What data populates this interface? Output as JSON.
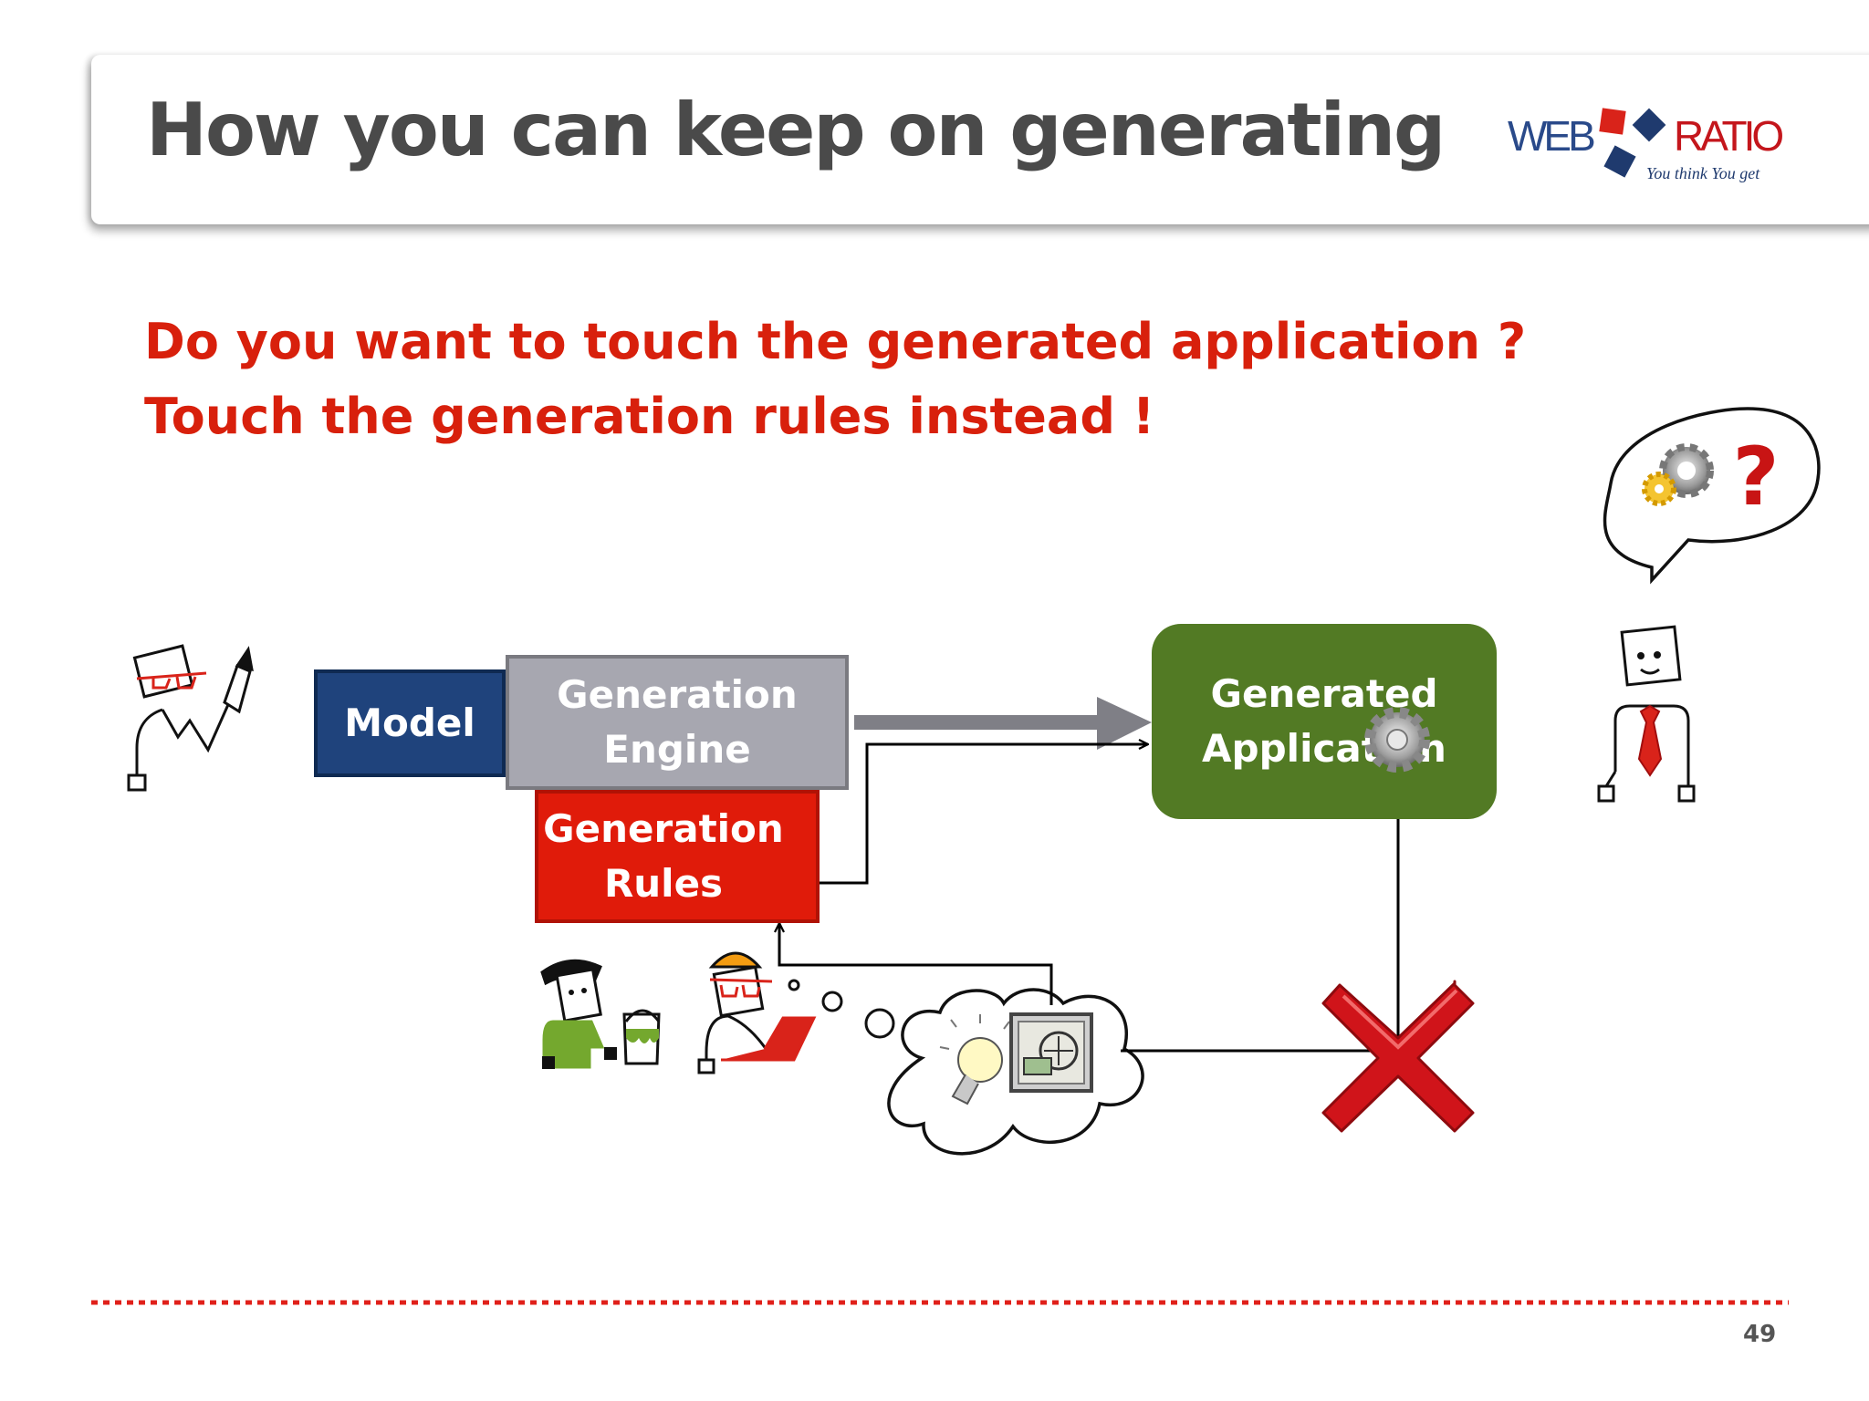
{
  "header": {
    "title": "How you can keep on generating",
    "logo": {
      "left": "WEB",
      "right": "RATIO",
      "tagline": "You think You get"
    }
  },
  "question": {
    "line1": "Do you want to touch the generated application ?",
    "line2": "Touch the generation rules instead !"
  },
  "diagram": {
    "model": "Model",
    "engine": [
      "Generation",
      "Engine"
    ],
    "rules": [
      "Generation",
      "Rules"
    ],
    "app": [
      "Generated",
      "Application"
    ],
    "speech_mark": "?",
    "icons": [
      "designer-icon",
      "artist-icon",
      "developer-icon",
      "thought-cloud-icon",
      "lightbulb-icon",
      "machine-icon",
      "gear-icon",
      "red-x-icon",
      "business-user-icon",
      "speech-bubble-icon"
    ]
  },
  "colors": {
    "title": "#4a4a4a",
    "question": "#d8200c",
    "model": "#1f437c",
    "engine": "#a7a7b0",
    "rules": "#e01b0a",
    "app": "#527a24",
    "x_mark": "#d0141a",
    "footer_rule": "#e0201a"
  },
  "footer": {
    "page_number": "49"
  }
}
